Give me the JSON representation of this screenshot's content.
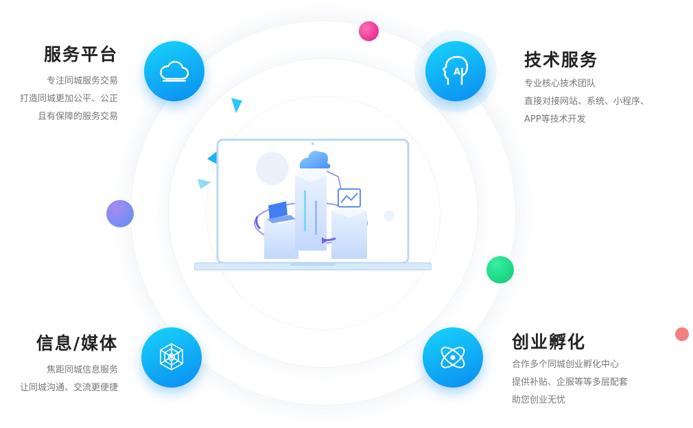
{
  "features": {
    "service_platform": {
      "title": "服务平台",
      "lines": [
        "专注同城服务交易",
        "打造同城更加公平、公正",
        "且有保障的服务交易"
      ],
      "icon": "cloud-icon"
    },
    "tech_service": {
      "title": "技术服务",
      "lines": [
        "专业核心技术团队",
        "直接对接网站、系统、小程序、",
        "APP等技术开发"
      ],
      "icon": "ai-head-icon",
      "icon_text": "AI"
    },
    "info_media": {
      "title": "信息/媒体",
      "lines": [
        "焦距同城信息服务",
        "让同城沟通、交流更便捷"
      ],
      "icon": "web-network-icon"
    },
    "incubation": {
      "title": "创业孵化",
      "lines": [
        "合作多个同城创业孵化中心",
        "提供补贴、企服等等多层配套",
        "助您创业无忧"
      ],
      "icon": "atom-icon"
    }
  },
  "colors": {
    "badge_top": "#17d4fa",
    "badge_bottom": "#0b8cf2",
    "dot_pink": "#e0168a",
    "dot_purple": "#8b8cf0",
    "dot_green": "#0dc874",
    "dot_coral": "#f47f7f"
  }
}
